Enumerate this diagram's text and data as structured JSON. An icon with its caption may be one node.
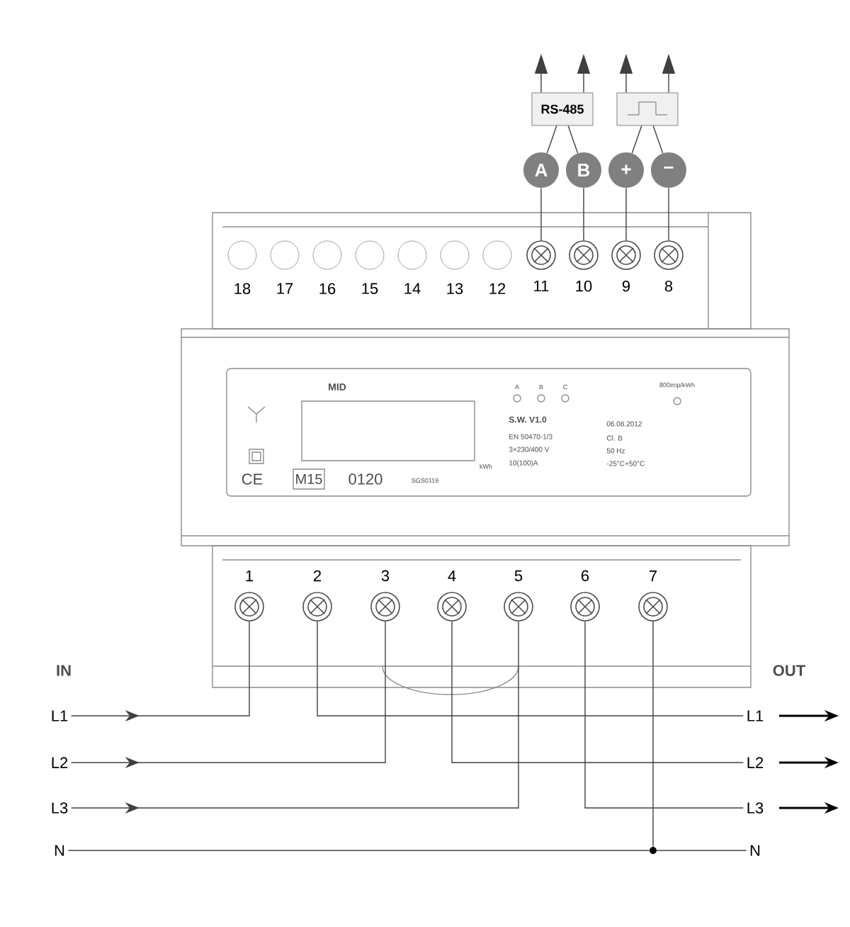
{
  "diagram": {
    "nodes": [
      {
        "text": [
          "RS-485"
        ]
      },
      {
        "text": [],
        "shape": "box"
      },
      {
        "text": [
          "A"
        ]
      },
      {
        "text": [
          "B"
        ]
      },
      {
        "text": [
          "+"
        ]
      },
      {
        "text": [
          "−"
        ]
      },
      {
        "text": [
          "18"
        ]
      },
      {
        "text": [
          "17"
        ]
      },
      {
        "text": [
          "16"
        ]
      },
      {
        "text": [
          "15"
        ]
      },
      {
        "text": [
          "14"
        ]
      },
      {
        "text": [
          "13"
        ]
      },
      {
        "text": [
          "12"
        ]
      },
      {
        "text": [
          "11"
        ]
      },
      {
        "text": [
          "10"
        ]
      },
      {
        "text": [
          "9"
        ]
      },
      {
        "text": [
          "8"
        ]
      },
      {
        "text": [
          "1"
        ]
      },
      {
        "text": [
          "2"
        ]
      },
      {
        "text": [
          "3"
        ]
      },
      {
        "text": [
          "4"
        ]
      },
      {
        "text": [
          "5"
        ]
      },
      {
        "text": [
          "6"
        ]
      },
      {
        "text": [
          "7"
        ]
      },
      {
        "text": [
          "L1"
        ]
      },
      {
        "text": [
          "L1"
        ]
      },
      {
        "text": [
          "L2"
        ]
      },
      {
        "text": [
          "L2"
        ]
      },
      {
        "text": [
          "L3"
        ]
      },
      {
        "text": [
          "L3"
        ]
      },
      {
        "text": [
          "N"
        ]
      },
      {
        "text": [],
        "shape": "circle"
      },
      {
        "text": [
          "N"
        ]
      }
    ],
    "edges": [
      {
        "from": 0,
        "to": null,
        "arrow": "to"
      },
      {
        "from": 0,
        "to": null,
        "arrow": "to"
      },
      {
        "from": 1,
        "to": null,
        "arrow": "to"
      },
      {
        "from": 1,
        "to": null,
        "arrow": "to"
      },
      {
        "from": 2,
        "to": 0,
        "arrow": "none"
      },
      {
        "from": 3,
        "to": 0,
        "arrow": "none"
      },
      {
        "from": 4,
        "to": 1,
        "arrow": "none"
      },
      {
        "from": 5,
        "to": 1,
        "arrow": "none"
      },
      {
        "from": 13,
        "to": 2,
        "arrow": "none"
      },
      {
        "from": 14,
        "to": 3,
        "arrow": "none"
      },
      {
        "from": 15,
        "to": 4,
        "arrow": "none"
      },
      {
        "from": 16,
        "to": 5,
        "arrow": "none"
      },
      {
        "from": 24,
        "to": 17,
        "arrow": "to"
      },
      {
        "from": 18,
        "to": 25,
        "arrow": "none"
      },
      {
        "from": 26,
        "to": 19,
        "arrow": "to"
      },
      {
        "from": 20,
        "to": 27,
        "arrow": "none"
      },
      {
        "from": 28,
        "to": 21,
        "arrow": "to"
      },
      {
        "from": 22,
        "to": 29,
        "arrow": "none"
      },
      {
        "from": 30,
        "to": 31,
        "arrow": "none"
      },
      {
        "from": 31,
        "to": 32,
        "arrow": "none"
      },
      {
        "from": 23,
        "to": 31,
        "arrow": "none"
      }
    ],
    "labels": [
      "IN",
      "OUT",
      "MID",
      "A",
      "B",
      "C",
      "800imp/kWh",
      "S.W. V1.0",
      "EN 50470-1/3",
      "3×230/400 V",
      "10(100)A",
      "kWh",
      "06.08.2012",
      "Cl. B",
      "50 Hz",
      "-25°C+50°C",
      "CE",
      "M15",
      "0120",
      "SGS0119"
    ]
  }
}
